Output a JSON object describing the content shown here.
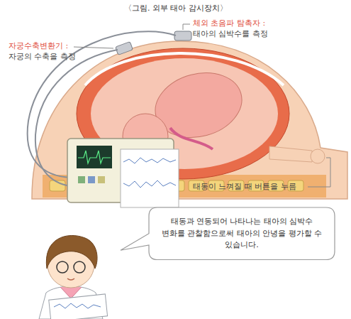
{
  "diagram": {
    "title": "〈그림. 외부 태아 감시장치〉",
    "nodes": [
      {
        "text": [
          "태동과 연동되어 나타나는 태아의 심박수 변화를 관찰함으로써 태아의 안녕을 평가할 수 있습니다."
        ]
      }
    ],
    "labels": [
      "체외 초음파 탐촉자 :",
      "태아의 심박수를 측정",
      "자궁수축변환기 :",
      "자궁의 수축을 측정",
      "태동이 느껴질 때 버튼을 누름"
    ]
  }
}
